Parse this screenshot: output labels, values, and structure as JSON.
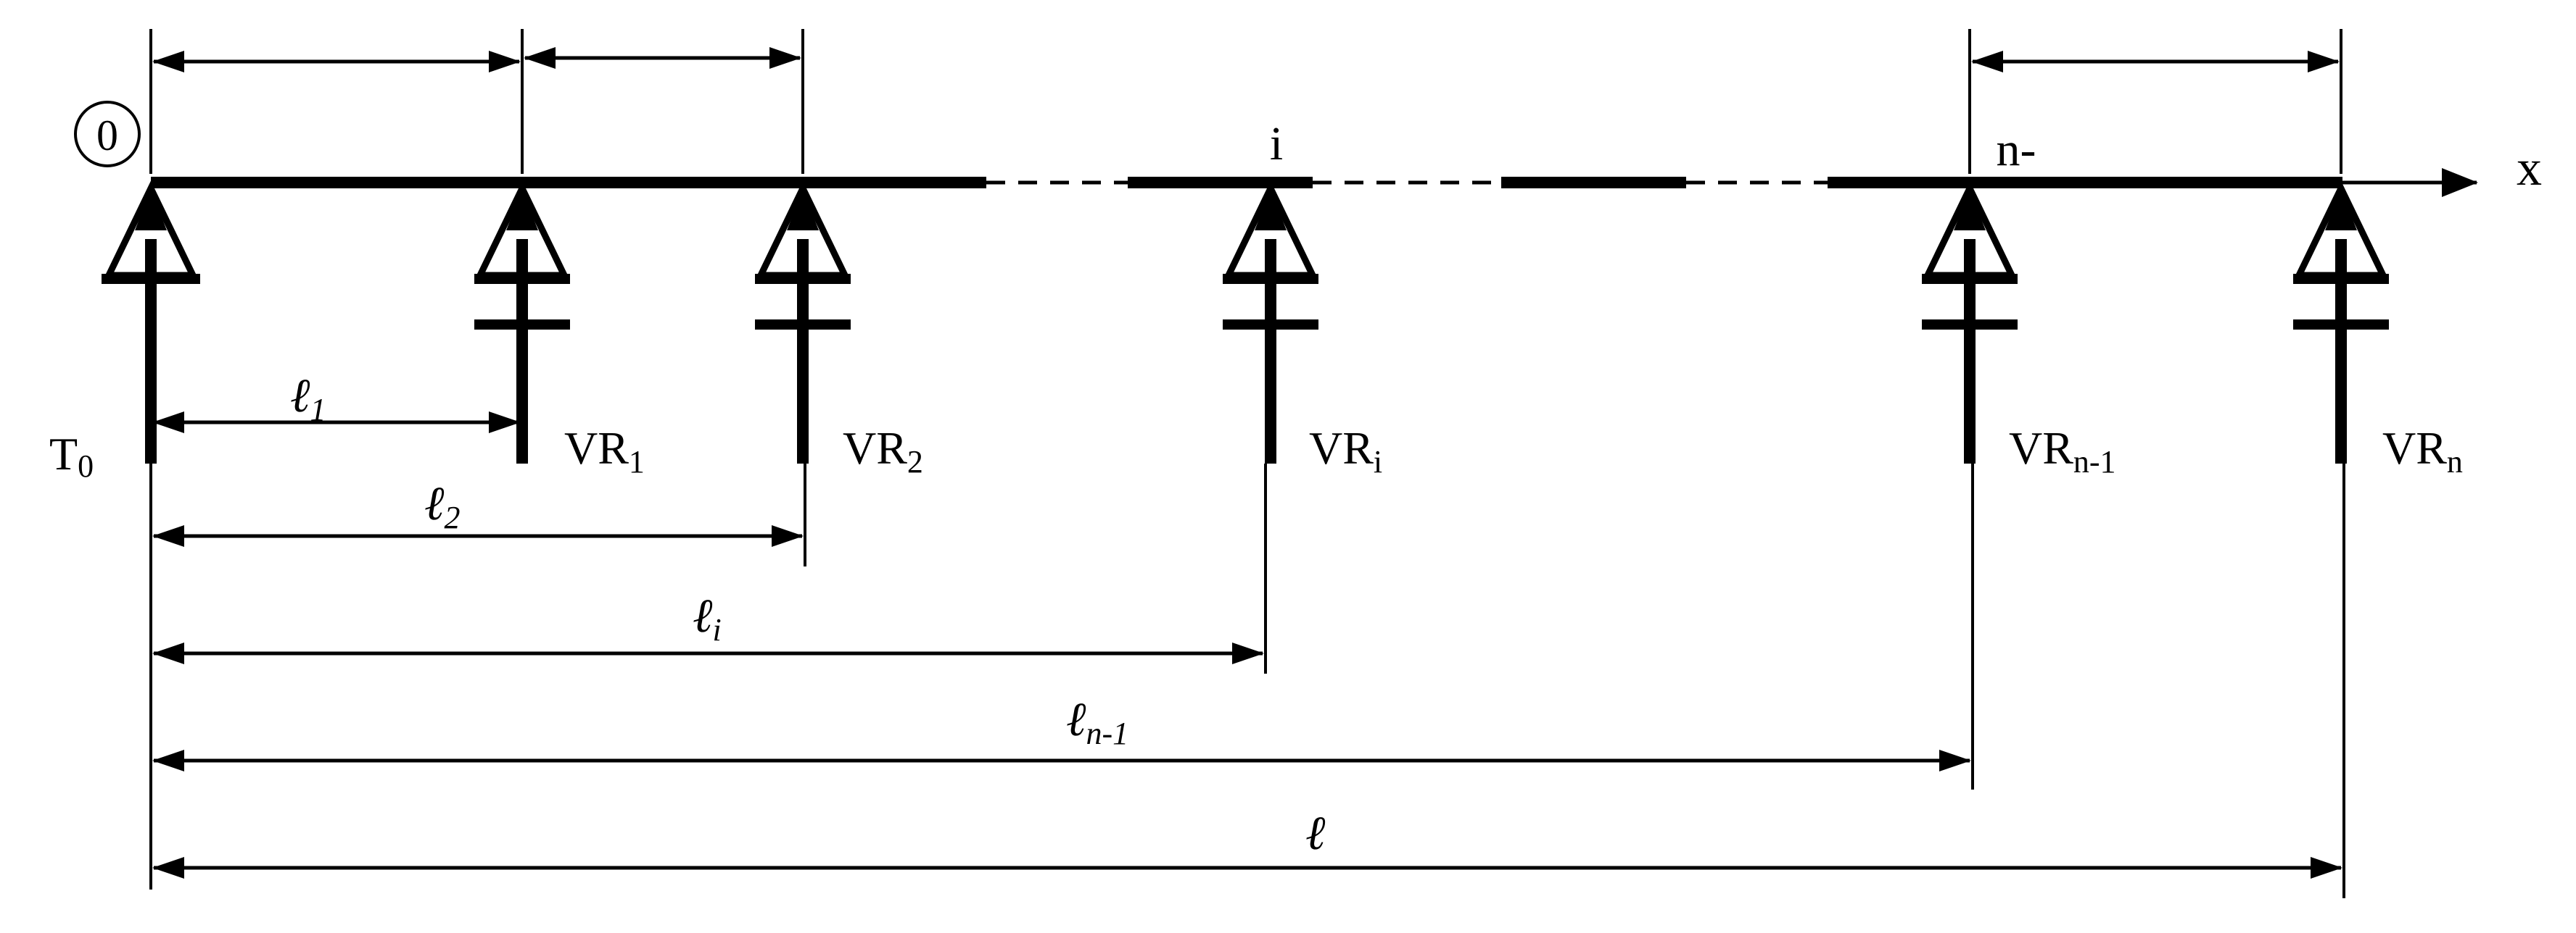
{
  "origin_label": "0",
  "axis_label": "x",
  "node_i_label": "i",
  "node_n_label": "n-",
  "supports": [
    {
      "main": "T",
      "sub": "0"
    },
    {
      "main": "VR",
      "sub": "1"
    },
    {
      "main": "VR",
      "sub": "2"
    },
    {
      "main": "VR",
      "sub": "i"
    },
    {
      "main": "VR",
      "sub": "n-1"
    },
    {
      "main": "VR",
      "sub": "n"
    }
  ],
  "distances": [
    {
      "symbol": "ℓ",
      "sub": "1"
    },
    {
      "symbol": "ℓ",
      "sub": "2"
    },
    {
      "symbol": "ℓ",
      "sub": "i"
    },
    {
      "symbol": "ℓ",
      "sub": "n-1"
    },
    {
      "symbol": "ℓ",
      "sub": ""
    }
  ],
  "colors": {
    "ink": "#000000",
    "background": "#ffffff"
  }
}
